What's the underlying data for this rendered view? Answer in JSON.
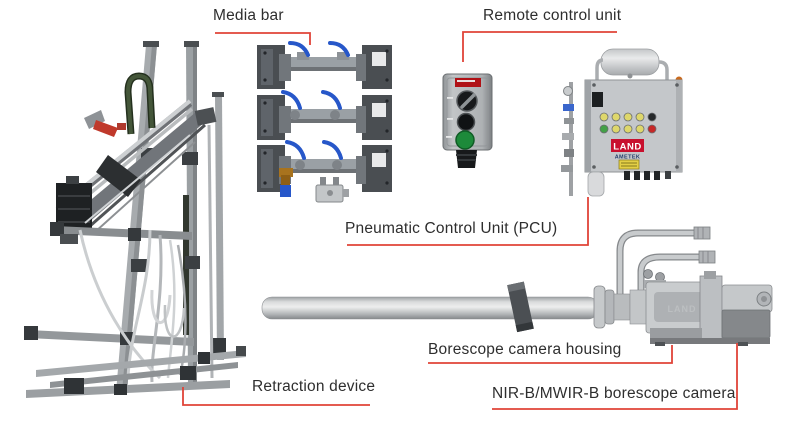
{
  "style": {
    "accent_red": "#e04438",
    "label_color": "#2e2e2e",
    "background": "#ffffff"
  },
  "callouts": {
    "media_bar": {
      "label": "Media bar"
    },
    "remote_control_unit": {
      "label": "Remote control unit"
    },
    "pneumatic_control_unit": {
      "label": "Pneumatic Control Unit (PCU)"
    },
    "borescope_camera_housing": {
      "label": "Borescope camera housing"
    },
    "nir_b_mwir_b_borescope_camera": {
      "label": "NIR-B/MWIR-B borescope camera"
    },
    "retraction_device": {
      "label": "Retraction device"
    }
  },
  "equipment": {
    "pcu": {
      "brand": "LAND",
      "brand_sub": "AMETEK",
      "indicator_rows": [
        [
          "yellow",
          "yellow",
          "yellow",
          "yellow",
          "black"
        ],
        [
          "green",
          "yellow",
          "yellow",
          "yellow",
          "red"
        ]
      ]
    },
    "camera": {
      "embossed_brand": "LAND"
    },
    "media_bar": {
      "assembly_count": 3
    }
  }
}
